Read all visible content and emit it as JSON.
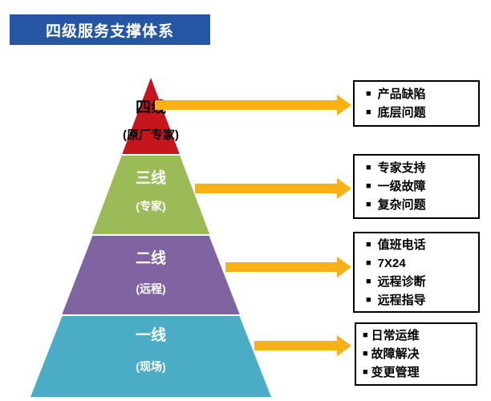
{
  "header": {
    "title": "四级服务支撑体系",
    "bg": "#2456A4",
    "text_color": "#FFFFFF"
  },
  "bullet": "■",
  "arrow_color": "#F9B117",
  "pyramid": {
    "levels": [
      {
        "label": "四线",
        "sublabel": "(原厂专家)",
        "color": "#C4161C",
        "text_color": "#000000"
      },
      {
        "label": "三线",
        "sublabel": "(专家)",
        "color": "#9BBB59",
        "text_color": "#FFFFFF"
      },
      {
        "label": "二线",
        "sublabel": "(远程)",
        "color": "#8064A2",
        "text_color": "#FFFFFF"
      },
      {
        "label": "一线",
        "sublabel": "(现场)",
        "color": "#4BACC6",
        "text_color": "#FFFFFF"
      }
    ]
  },
  "boxes": [
    {
      "items": [
        "产品缺陷",
        "底层问题"
      ]
    },
    {
      "items": [
        "专家支持",
        "一级故障",
        "复杂问题"
      ]
    },
    {
      "items": [
        "值班电话",
        "7X24",
        "远程诊断",
        "远程指导"
      ]
    },
    {
      "items": [
        "日常运维",
        "故障解决",
        "变更管理"
      ]
    }
  ]
}
